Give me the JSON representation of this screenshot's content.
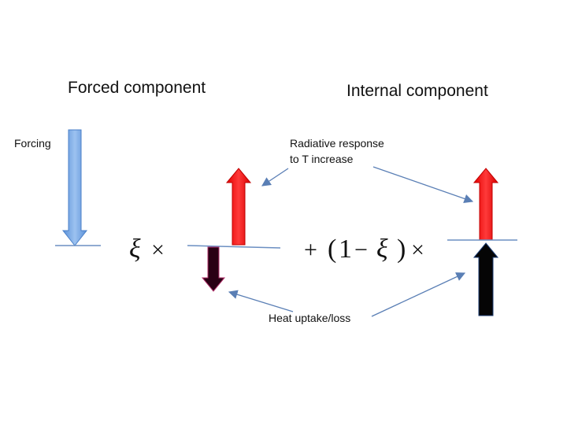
{
  "headings": {
    "forced": "Forced component",
    "internal": "Internal component"
  },
  "labels": {
    "forcing": "Forcing",
    "radiative_line1": "Radiative response",
    "radiative_line2": "to T increase",
    "heat": "Heat uptake/loss"
  },
  "math": {
    "xi": "ξ",
    "times": "×",
    "plus": "+",
    "open_paren": "(",
    "one": "1",
    "minus": "−",
    "close_paren": ")"
  },
  "colors": {
    "forcing_arrow": "#6fa3e3",
    "radiative_arrow": "#ee1111",
    "heat_arrow_forced": "#2a0014",
    "heat_arrow_internal": "#050505",
    "pointer_line": "#5a7fb5",
    "baseline": "#6b8fc2"
  },
  "icons": {
    "forcing": "down-arrow-icon",
    "radiative": "up-arrow-icon",
    "heat": "down-arrow-icon"
  }
}
